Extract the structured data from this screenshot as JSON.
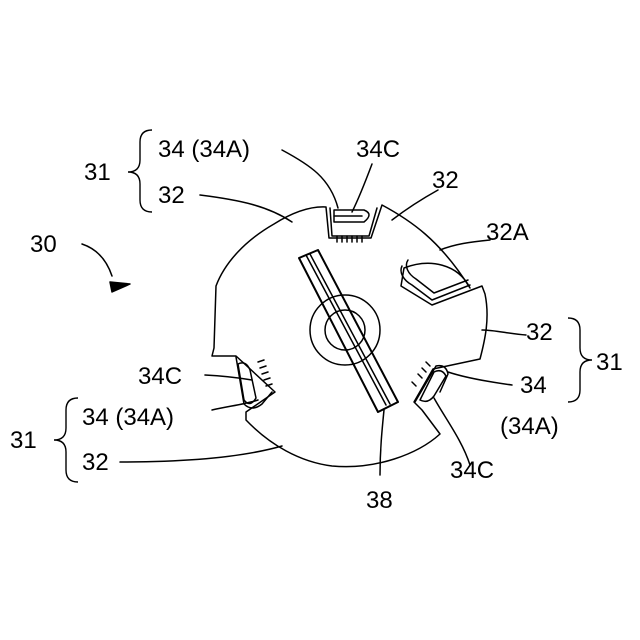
{
  "labels": {
    "assembly": "30",
    "group_top_left": "31",
    "group_right": "31",
    "group_bottom_left": "31",
    "top_left_34": "34 (34A)",
    "top_left_32": "32",
    "top_34c": "34C",
    "top_right_32": "32",
    "label_32a": "32A",
    "right_32": "32",
    "right_34": "34",
    "right_34a": "(34A)",
    "right_34c": "34C",
    "left_34c": "34C",
    "bottom_left_34": "34 (34A)",
    "bottom_left_32": "32",
    "shaft": "38"
  },
  "colors": {
    "line": "#000000",
    "background": "#ffffff"
  }
}
